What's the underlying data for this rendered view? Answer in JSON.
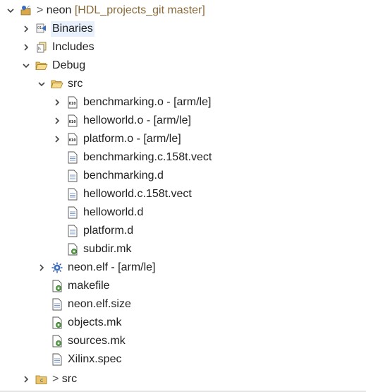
{
  "project": {
    "prefix": ">",
    "name": "neon",
    "git_label": "[HDL_projects_git master]"
  },
  "items": [
    {
      "label": "Binaries"
    },
    {
      "label": "Includes"
    },
    {
      "label": "Debug"
    },
    {
      "label": "src"
    },
    {
      "label": "benchmarking.o - [arm/le]"
    },
    {
      "label": "helloworld.o - [arm/le]"
    },
    {
      "label": "platform.o - [arm/le]"
    },
    {
      "label": "benchmarking.c.158t.vect"
    },
    {
      "label": "benchmarking.d"
    },
    {
      "label": "helloworld.c.158t.vect"
    },
    {
      "label": "helloworld.d"
    },
    {
      "label": "platform.d"
    },
    {
      "label": "subdir.mk"
    },
    {
      "label": "neon.elf - [arm/le]"
    },
    {
      "label": "makefile"
    },
    {
      "label": "neon.elf.size"
    },
    {
      "label": "objects.mk"
    },
    {
      "label": "sources.mk"
    },
    {
      "label": "Xilinx.spec"
    }
  ],
  "bottom_folder": {
    "prefix": ">",
    "label": "src"
  },
  "colors": {
    "selection": "#e8f0fb",
    "git_decoration": "#8b6a3a"
  }
}
